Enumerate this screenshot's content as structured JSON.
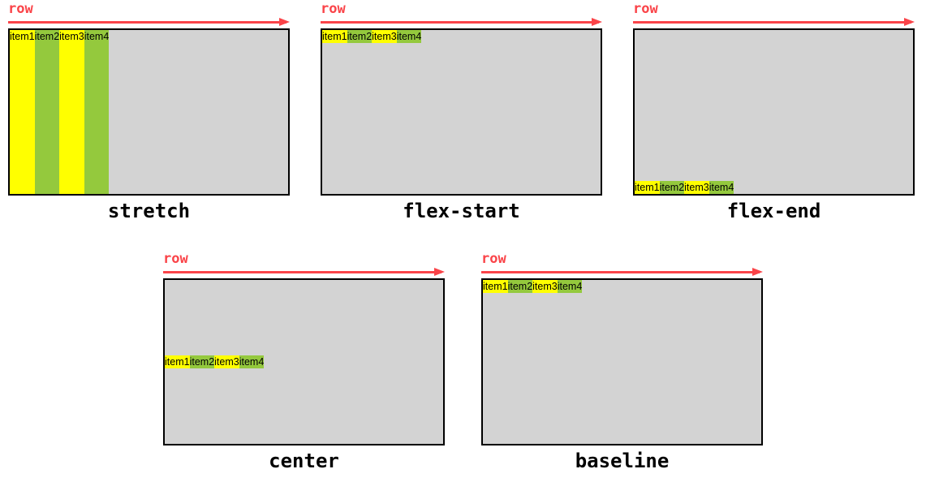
{
  "row_label": "row",
  "items": [
    "item1",
    "item2",
    "item3",
    "item4"
  ],
  "panels": [
    {
      "caption": "stretch",
      "align_items": "stretch"
    },
    {
      "caption": "flex-start",
      "align_items": "flex-start"
    },
    {
      "caption": "flex-end",
      "align_items": "flex-end"
    },
    {
      "caption": "center",
      "align_items": "center"
    },
    {
      "caption": "baseline",
      "align_items": "baseline"
    }
  ],
  "colors": {
    "arrow_red": "#fa4449",
    "item_yellow": "#ffff00",
    "item_green": "#94c93d",
    "container_gray": "#d3d3d3",
    "border_black": "#000000"
  }
}
